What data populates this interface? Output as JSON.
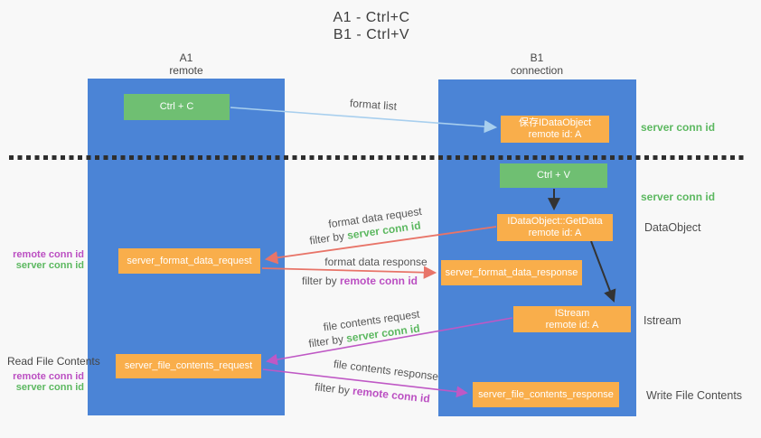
{
  "title": {
    "line1": "A1 - Ctrl+C",
    "line2": "B1 - Ctrl+V"
  },
  "lanes": {
    "left": {
      "name": "A1",
      "sub": "remote"
    },
    "right": {
      "name": "B1",
      "sub": "connection"
    }
  },
  "nodes": {
    "ctrl_c": "Ctrl + C",
    "ctrl_v": "Ctrl + V",
    "save_idataobject": {
      "line1": "保存IDataObject",
      "line2": "remote id: A"
    },
    "getdata": {
      "line1": "IDataObject::GetData",
      "line2": "remote id: A"
    },
    "istream": {
      "line1": "IStream",
      "line2": "remote id: A"
    },
    "format_request": "server_format_data_request",
    "format_response": "server_format_data_response",
    "file_request": "server_file_contents_request",
    "file_response": "server_file_contents_response"
  },
  "edge_labels": {
    "format_list": "format list",
    "format_data_request": "format data request",
    "format_data_response": "format data response",
    "file_contents_request": "file contents request",
    "file_contents_response": "file contents response",
    "filter_by": "filter by ",
    "server_conn_id": "server conn id",
    "remote_conn_id": "remote conn id"
  },
  "side_labels": {
    "remote_conn_id": "remote conn id",
    "server_conn_id": "server conn id",
    "read_file_contents": "Read File Contents",
    "dataobject": "DataObject",
    "istream": "Istream",
    "write_file_contents": "Write File Contents"
  },
  "colors": {
    "lane_blue": "#4b84d6",
    "box_green": "#6fbf72",
    "box_orange": "#f9ae4b",
    "arrow_light_blue": "#a8cfee",
    "arrow_salmon": "#e87468",
    "arrow_magenta": "#bf58c5",
    "arrow_black": "#333333",
    "text_green": "#5cb860",
    "text_magenta": "#bb4fc2",
    "text_gray": "#575757",
    "background": "#f8f8f8"
  }
}
